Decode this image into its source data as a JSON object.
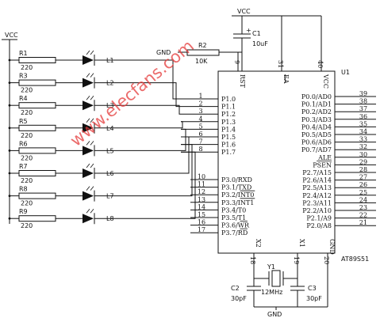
{
  "power": {
    "vcc_left": "VCC",
    "vcc_top": "VCC",
    "gnd_reset": "GND",
    "gnd_bottom": "GND"
  },
  "reset": {
    "cap_name": "C1",
    "cap_value": "10uF",
    "plus": "+",
    "res_name": "R2",
    "res_value": "10K"
  },
  "chip": {
    "name": "U1",
    "part": "AT89S51",
    "top_pins": [
      {
        "label": "RST",
        "num": "9"
      },
      {
        "label": "EA",
        "num": "31"
      },
      {
        "label": "VCC",
        "num": "40"
      }
    ],
    "bottom_pins": [
      {
        "label": "X2",
        "num": "18"
      },
      {
        "label": "X1",
        "num": "19"
      },
      {
        "label": "GND",
        "num": "20"
      }
    ],
    "left_p1": [
      {
        "num": "1",
        "label": "P1.0"
      },
      {
        "num": "2",
        "label": "P1.1"
      },
      {
        "num": "3",
        "label": "P1.2"
      },
      {
        "num": "4",
        "label": "P1.3"
      },
      {
        "num": "5",
        "label": "P1.4"
      },
      {
        "num": "6",
        "label": "P1.5"
      },
      {
        "num": "7",
        "label": "P1.6"
      },
      {
        "num": "8",
        "label": "P1.7"
      }
    ],
    "left_p3": [
      {
        "num": "10",
        "label": "P3.0/RXD"
      },
      {
        "num": "11",
        "label": "P3.1/TXD"
      },
      {
        "num": "12",
        "label": "P3.2/INT0"
      },
      {
        "num": "13",
        "label": "P3.3/INT1"
      },
      {
        "num": "14",
        "label": "P3.4/T0"
      },
      {
        "num": "15",
        "label": "P3.5/T1"
      },
      {
        "num": "16",
        "label": "P3.6/WR"
      },
      {
        "num": "17",
        "label": "P3.7/RD"
      }
    ],
    "right_pins": [
      {
        "num": "39",
        "label": "P0.0/AD0"
      },
      {
        "num": "38",
        "label": "P0.1/AD1"
      },
      {
        "num": "37",
        "label": "P0.2/AD2"
      },
      {
        "num": "36",
        "label": "P0.3/AD3"
      },
      {
        "num": "35",
        "label": "P0.4/AD4"
      },
      {
        "num": "34",
        "label": "P0.5/AD5"
      },
      {
        "num": "33",
        "label": "P0.6/AD6"
      },
      {
        "num": "32",
        "label": "P0.7/AD7"
      },
      {
        "num": "30",
        "label": "ALE"
      },
      {
        "num": "29",
        "label": "PSEN"
      },
      {
        "num": "28",
        "label": "P2.7/A15"
      },
      {
        "num": "27",
        "label": "P2.6/A14"
      },
      {
        "num": "26",
        "label": "P2.5/A13"
      },
      {
        "num": "25",
        "label": "P2.4/A12"
      },
      {
        "num": "24",
        "label": "P2.3/A11"
      },
      {
        "num": "23",
        "label": "P2.2/A10"
      },
      {
        "num": "22",
        "label": "P2.1/A9"
      },
      {
        "num": "21",
        "label": "P2.0/A8"
      }
    ]
  },
  "led_channels": [
    {
      "res": "R1",
      "val": "220",
      "led": "L1"
    },
    {
      "res": "R3",
      "val": "220",
      "led": "L2"
    },
    {
      "res": "R4",
      "val": "220",
      "led": "L3"
    },
    {
      "res": "R5",
      "val": "220",
      "led": "L4"
    },
    {
      "res": "R6",
      "val": "220",
      "led": "L5"
    },
    {
      "res": "R7",
      "val": "220",
      "led": "L6"
    },
    {
      "res": "R8",
      "val": "220",
      "led": "L7"
    },
    {
      "res": "R9",
      "val": "220",
      "led": "L8"
    }
  ],
  "crystal": {
    "name": "Y1",
    "freq": "12MHz",
    "c2_name": "C2",
    "c2_value": "30pF",
    "c3_name": "C3",
    "c3_value": "30pF"
  },
  "watermark": "www.elecfans.com"
}
